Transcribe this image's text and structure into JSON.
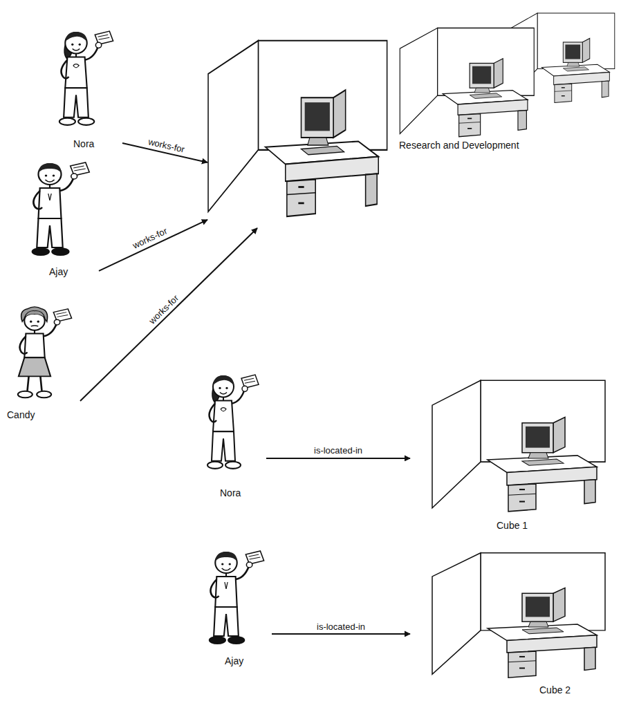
{
  "diagram": {
    "nodes": [
      {
        "text": [
          "Nora"
        ]
      },
      {
        "text": [
          "Ajay"
        ]
      },
      {
        "text": [
          "Candy"
        ]
      },
      {
        "text": [
          "Research and Development"
        ]
      },
      {
        "text": [
          "Nora"
        ]
      },
      {
        "text": [
          "Cube 1"
        ]
      },
      {
        "text": [
          "Ajay"
        ]
      },
      {
        "text": [
          "Cube 2"
        ]
      }
    ],
    "edges": [
      {
        "from": 0,
        "to": 3,
        "arrow": "to",
        "label": "works-for"
      },
      {
        "from": 1,
        "to": 3,
        "arrow": "to",
        "label": "works-for"
      },
      {
        "from": 2,
        "to": 3,
        "arrow": "to",
        "label": "works-for"
      },
      {
        "from": 4,
        "to": 5,
        "arrow": "to",
        "label": "is-located-in"
      },
      {
        "from": 6,
        "to": 7,
        "arrow": "to",
        "label": "is-located-in"
      }
    ]
  }
}
